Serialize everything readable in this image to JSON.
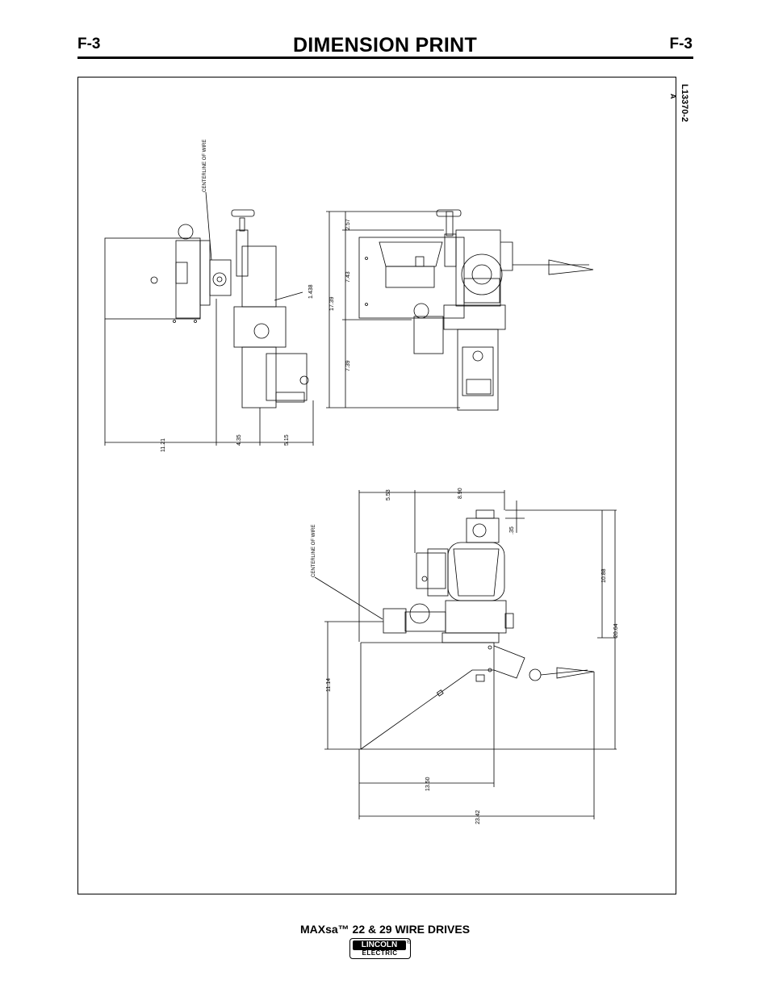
{
  "header": {
    "page_code_left": "F-3",
    "title": "DIMENSION PRINT",
    "page_code_right": "F-3"
  },
  "drawing": {
    "revision": "A",
    "drawing_number": "L13370-2",
    "centerline_label": "CENTERLINE OF WIRE",
    "top_left_view_dims": [
      "11.21",
      "4.35",
      "5.15",
      "1.438"
    ],
    "top_right_view_dims": [
      "2.57",
      "7.43",
      "7.39",
      "17.39"
    ],
    "bottom_view_dims": [
      "5.53",
      "8.90",
      ".35",
      "10.88",
      "20.64",
      "11.14",
      "13.50",
      "23.42"
    ]
  },
  "footer": {
    "title": "MAXsa™ 22 & 29 WIRE DRIVES",
    "logo_top": "LINCOLN",
    "logo_bottom": "ELECTRIC",
    "logo_mark": "®"
  }
}
